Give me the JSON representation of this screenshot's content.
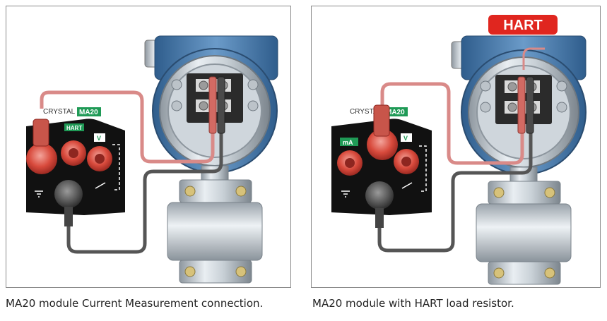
{
  "panels": [
    {
      "caption": "MA20 module Current Measurement connection.",
      "module": {
        "brand": "CRYSTAL",
        "model": "MA20",
        "jack_label": "HART",
        "v_label": "V"
      }
    },
    {
      "caption": "MA20 module with HART load resistor.",
      "banner": "HART",
      "module": {
        "brand": "CRYSTAL",
        "model": "MA20",
        "jack_label": "mA",
        "v_label": "V"
      }
    }
  ],
  "colors": {
    "module_body": "#111111",
    "accent_green": "#1f9a56",
    "red_lead": "#d98a88",
    "black_lead": "#555555",
    "housing_blue": "#4f7fae",
    "banner_red": "#e0261f"
  }
}
